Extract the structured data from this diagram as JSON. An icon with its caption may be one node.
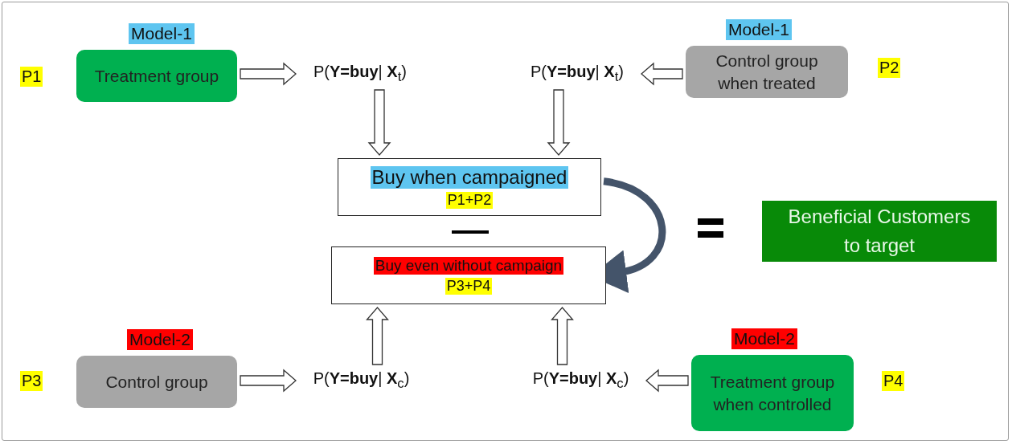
{
  "diagram": {
    "nodes": [
      {
        "text": [
          "Model-1",
          "Treatment group"
        ],
        "beside": [
          "P1"
        ]
      },
      {
        "text": [
          "P(**Y=buy**| **X**$_{t}$)"
        ]
      },
      {
        "text": [
          "P(**Y=buy**| **X**$_{t}$)"
        ]
      },
      {
        "text": [
          "Model-1",
          "Control group when treated"
        ],
        "beside": [
          "P2"
        ]
      },
      {
        "text": [
          "Buy when campaigned",
          "P1+P2"
        ]
      },
      {
        "text": [
          "Buy even without campaign",
          "P3+P4"
        ]
      },
      {
        "text": [
          "Beneficial Customers to target"
        ]
      },
      {
        "text": [
          "Model-2",
          "Control group"
        ],
        "beside": [
          "P3"
        ]
      },
      {
        "text": [
          "P(**Y=buy**| **X**$_{c}$)"
        ]
      },
      {
        "text": [
          "P(**Y=buy**| **X**$_{c}$)"
        ]
      },
      {
        "text": [
          "Model-2",
          "Treatment group when controlled"
        ],
        "beside": [
          "P4"
        ]
      }
    ],
    "edges": [
      {
        "from": 0,
        "to": 1,
        "arrow": "to"
      },
      {
        "from": 3,
        "to": 2,
        "arrow": "to"
      },
      {
        "from": 1,
        "to": 4,
        "arrow": "to"
      },
      {
        "from": 2,
        "to": 4,
        "arrow": "to"
      },
      {
        "from": 4,
        "to": 5,
        "arrow": "to",
        "color": "#44546a"
      },
      {
        "from": 7,
        "to": 8,
        "arrow": "to"
      },
      {
        "from": 10,
        "to": 9,
        "arrow": "to"
      },
      {
        "from": 8,
        "to": 5,
        "arrow": "to"
      },
      {
        "from": 9,
        "to": 5,
        "arrow": "to"
      }
    ]
  }
}
